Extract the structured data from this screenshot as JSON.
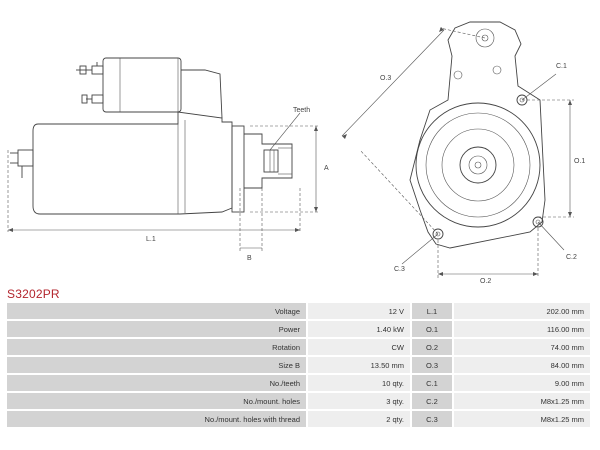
{
  "part_code": "S3202PR",
  "drawing_labels": {
    "teeth": "Teeth",
    "a": "A",
    "b": "B",
    "l1": "L.1",
    "o1": "O.1",
    "o2": "O.2",
    "o3": "O.3",
    "c1": "C.1",
    "c2": "C.2",
    "c3": "C.3"
  },
  "specs": [
    {
      "label": "Voltage",
      "value": "12 V",
      "dim": "L.1",
      "dim_value": "202.00 mm"
    },
    {
      "label": "Power",
      "value": "1.40 kW",
      "dim": "O.1",
      "dim_value": "116.00 mm"
    },
    {
      "label": "Rotation",
      "value": "CW",
      "dim": "O.2",
      "dim_value": "74.00 mm"
    },
    {
      "label": "Size B",
      "value": "13.50 mm",
      "dim": "O.3",
      "dim_value": "84.00 mm"
    },
    {
      "label": "No./teeth",
      "value": "10 qty.",
      "dim": "C.1",
      "dim_value": "9.00 mm"
    },
    {
      "label": "No./mount. holes",
      "value": "3 qty.",
      "dim": "C.2",
      "dim_value": "M8x1.25 mm"
    },
    {
      "label": "No./mount. holes with thread",
      "value": "2 qty.",
      "dim": "C.3",
      "dim_value": "M8x1.25 mm"
    }
  ]
}
